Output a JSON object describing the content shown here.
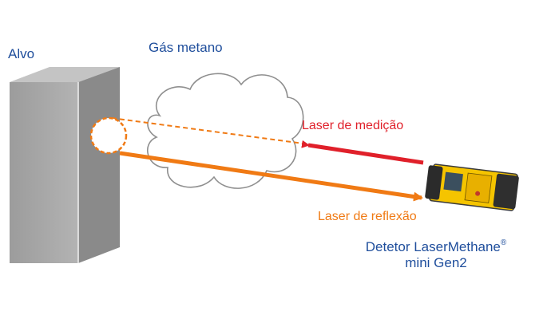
{
  "labels": {
    "target": "Alvo",
    "gas": "Gás metano",
    "measurement_laser": "Laser de medição",
    "reflection_laser": "Laser de reflexão",
    "detector_line1": "Detetor LaserMethane",
    "detector_reg_mark": "®",
    "detector_line2": "mini Gen2"
  },
  "colors": {
    "blue_text": "#1f4e9c",
    "red_laser": "#e0202a",
    "orange_laser": "#f07a14",
    "target_face": "#a9a9a9",
    "target_side": "#8a8a8a",
    "target_top": "#c4c4c4",
    "cloud_stroke": "#8f8f8f",
    "detector_body": "#f5c400"
  },
  "icons": {
    "target": "wall-target-icon",
    "cloud": "methane-cloud-icon",
    "detector": "laser-detector-icon"
  }
}
